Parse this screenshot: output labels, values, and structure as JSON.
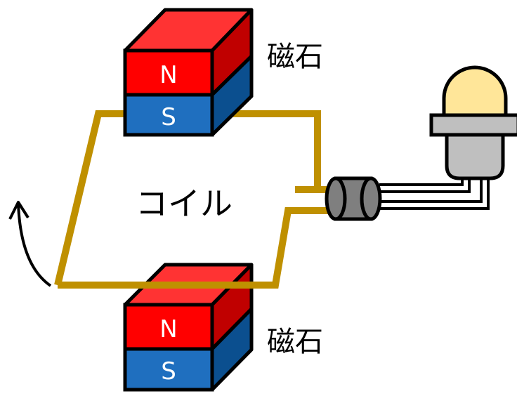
{
  "magnets": {
    "top": {
      "label": "磁石",
      "north": "N",
      "south": "S"
    },
    "bottom": {
      "label": "磁石",
      "north": "N",
      "south": "S"
    }
  },
  "coil": {
    "label": "コイル"
  },
  "colors": {
    "north": "#ff0000",
    "north_top": "#ff3333",
    "north_side": "#c00000",
    "south": "#1f6fbf",
    "south_side": "#0b4f8f",
    "coil": "#bf9000",
    "commutator": "#7f7f7f",
    "bulb_glass": "#ffe699",
    "bulb_base": "#bfbfbf",
    "outline": "#000000"
  }
}
